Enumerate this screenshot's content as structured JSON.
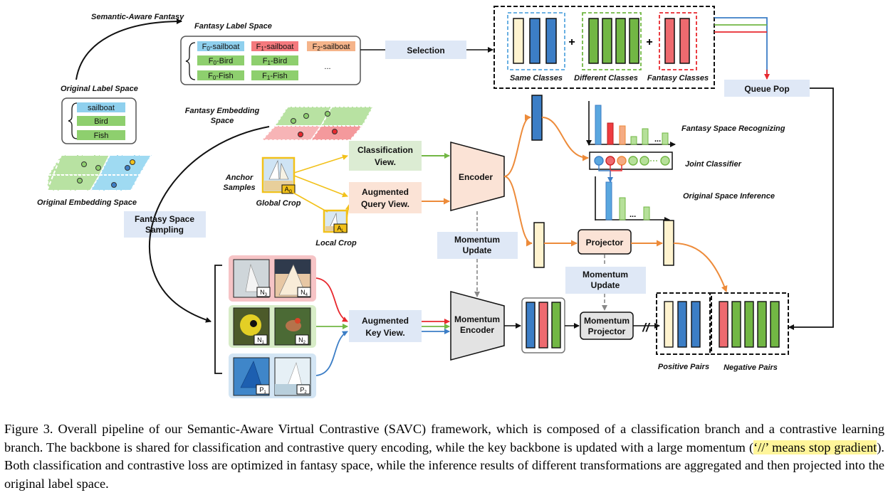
{
  "labels": {
    "semantic_aware_fantasy": "Semantic-Aware Fantasy",
    "fantasy_label_space": "Fantasy Label Space",
    "original_label_space": "Original Label Space",
    "fantasy_embedding_space_1": "Fantasy Embedding",
    "fantasy_embedding_space_2": "Space",
    "original_embedding_space": "Original Embedding Space",
    "anchor_samples_1": "Anchor",
    "anchor_samples_2": "Samples",
    "global_crop": "Global Crop",
    "local_crop": "Local Crop",
    "same_classes": "Same Classes",
    "different_classes": "Different Classes",
    "fantasy_classes": "Fantasy Classes",
    "fantasy_space_recognizing": "Fantasy Space Recognizing",
    "joint_classifier": "Joint Classifier",
    "original_space_inference": "Original Space Inference",
    "positive_pairs": "Positive Pairs",
    "negative_pairs": "Negative Pairs",
    "ellipsis": "..."
  },
  "fantasy_labels": {
    "row1": [
      {
        "prefix": "F",
        "sub": "0",
        "suffix": "-sailboat",
        "color": "#8fd0ee"
      },
      {
        "prefix": "F",
        "sub": "1",
        "suffix": "-sailboat",
        "color": "#f4797d"
      },
      {
        "prefix": "F",
        "sub": "2",
        "suffix": "-sailboat",
        "color": "#f5b48a"
      }
    ],
    "row2": [
      {
        "prefix": "F",
        "sub": "0",
        "suffix": "-Bird",
        "color": "#8ecf6e"
      },
      {
        "prefix": "F",
        "sub": "1",
        "suffix": "-Bird",
        "color": "#8ecf6e"
      }
    ],
    "row3": [
      {
        "prefix": "F",
        "sub": "0",
        "suffix": "-Fish",
        "color": "#8ecf6e"
      },
      {
        "prefix": "F",
        "sub": "1",
        "suffix": "-Fish",
        "color": "#8ecf6e"
      }
    ],
    "more": "..."
  },
  "original_labels": [
    {
      "text": "sailboat",
      "color": "#8fd0ee"
    },
    {
      "text": "Bird",
      "color": "#8ecf6e"
    },
    {
      "text": "Fish",
      "color": "#8ecf6e"
    }
  ],
  "blocks": {
    "selection": "Selection",
    "queue_pop": "Queue Pop",
    "fantasy_space_sampling_1": "Fantasy Space",
    "fantasy_space_sampling_2": "Sampling",
    "classification_view_1": "Classification",
    "classification_view_2": "View.",
    "augmented_query_view_1": "Augmented",
    "augmented_query_view_2": "Query View.",
    "augmented_key_view_1": "Augmented",
    "augmented_key_view_2": "Key View.",
    "encoder": "Encoder",
    "momentum_encoder_1": "Momentum",
    "momentum_encoder_2": "Encoder",
    "momentum_update_1": "Momentum",
    "momentum_update_2": "Update",
    "projector": "Projector",
    "momentum_projector_1": "Momentum",
    "momentum_projector_2": "Projector",
    "stop_gradient": "//"
  },
  "samples": {
    "anchor_global": {
      "letter": "A",
      "sub": "G"
    },
    "anchor_local": {
      "letter": "A",
      "sub": "L"
    },
    "negatives": [
      {
        "letter": "N",
        "sub": "3"
      },
      {
        "letter": "N",
        "sub": "4"
      },
      {
        "letter": "N",
        "sub": "1"
      },
      {
        "letter": "N",
        "sub": "2"
      }
    ],
    "positives": [
      {
        "letter": "P",
        "sub": "1"
      },
      {
        "letter": "P",
        "sub": "2"
      }
    ]
  },
  "caption": {
    "part1": "Figure 3. Overall pipeline of our Semantic-Aware Virtual Contrastive (SAVC) framework, which is composed of a classification branch and a contrastive learning branch. The backbone is shared for classification and contrastive query encoding, while the key backbone is updated with a large momentum (",
    "highlight": "‘//’ means stop gradient",
    "part2": "). Both classification and contrastive loss are optimized in fantasy space, while the inference results of different transformations are aggregated and then projected into the original label space."
  },
  "colors": {
    "blue": "#3c7ec6",
    "red": "#ee6a6f",
    "green": "#72b744",
    "orange": "#f5ab83",
    "cream": "#fff3cf",
    "light_blue_block": "#dfe8f6",
    "light_green_block": "#dcecd3",
    "light_orange_block": "#fbe3d6",
    "arrow_orange": "#ed8b3a",
    "arrow_yellow": "#f2c11a"
  }
}
